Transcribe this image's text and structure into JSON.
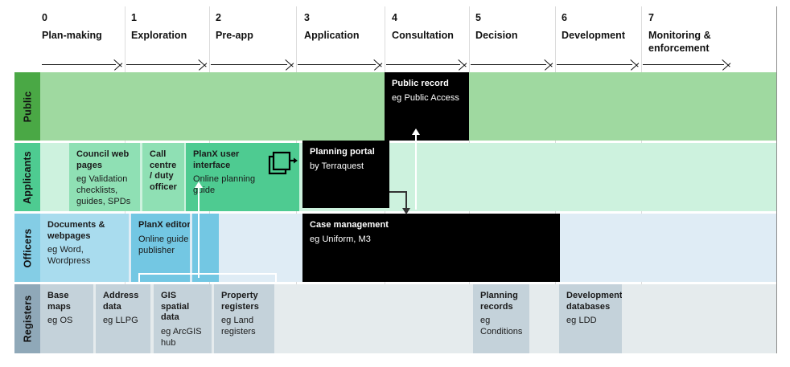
{
  "stages": [
    {
      "num": "0",
      "name": "Plan-making"
    },
    {
      "num": "1",
      "name": "Exploration"
    },
    {
      "num": "2",
      "name": "Pre-app"
    },
    {
      "num": "3",
      "name": "Application"
    },
    {
      "num": "4",
      "name": "Consultation"
    },
    {
      "num": "5",
      "name": "Decision"
    },
    {
      "num": "6",
      "name": "Development"
    },
    {
      "num": "7",
      "name": "Monitoring & enforcement"
    }
  ],
  "lanes": [
    {
      "label": "Public",
      "label_color": "#4aa845",
      "band_color": "#9fd9a0"
    },
    {
      "label": "Applicants",
      "label_color": "#4ecb91",
      "band_color": "#cdf2de"
    },
    {
      "label": "Officers",
      "label_color": "#84cde5",
      "band_color": "#dfecf5"
    },
    {
      "label": "Registers",
      "label_color": "#8fa8b8",
      "band_color": "#e5ebed"
    }
  ],
  "cards": {
    "public_record": {
      "title": "Public record",
      "sub": "eg Public Access"
    },
    "council_web_pages": {
      "title": "Council web pages",
      "sub": "eg Validation checklists, guides, SPDs"
    },
    "call_centre": {
      "title": "Call centre / duty officer",
      "sub": ""
    },
    "planx_user_interface": {
      "title": "PlanX user interface",
      "sub": "Online planning guide",
      "icon": "document-stack-icon"
    },
    "planning_portal": {
      "title": "Planning portal",
      "sub": "by Terraquest"
    },
    "documents_webpages": {
      "title": "Documents & webpages",
      "sub": "eg Word, Wordpress"
    },
    "planx_editor": {
      "title": "PlanX editor",
      "sub": "Online guide publisher"
    },
    "case_management": {
      "title": "Case management",
      "sub": "eg Uniform, M3"
    },
    "base_maps": {
      "title": "Base maps",
      "sub": "eg OS"
    },
    "address_data": {
      "title": "Address data",
      "sub": "eg LLPG"
    },
    "gis_spatial_data": {
      "title": "GIS spatial data",
      "sub": "eg ArcGIS hub"
    },
    "property_registers": {
      "title": "Property registers",
      "sub": "eg Land registers"
    },
    "planning_records": {
      "title": "Planning records",
      "sub": "eg Conditions"
    },
    "development_databases": {
      "title": "Development databases",
      "sub": "eg LDD"
    }
  },
  "colors": {
    "public_band": "#9fd9a0",
    "public_tab": "#4aa845",
    "applicants_band": "#cdf2de",
    "applicants_tab": "#4ecb91",
    "applicants_card_light": "#8fe0b4",
    "applicants_card_mid": "#4ecb91",
    "officers_band": "#dfecf5",
    "officers_tab": "#84cde5",
    "officers_card": "#a9dcee",
    "officers_card_mid": "#73c7e3",
    "registers_band": "#e5ebed",
    "registers_tab": "#8fa8b8",
    "registers_card": "#c4d2da",
    "dark": "#000000",
    "text": "#111111",
    "white": "#ffffff"
  }
}
